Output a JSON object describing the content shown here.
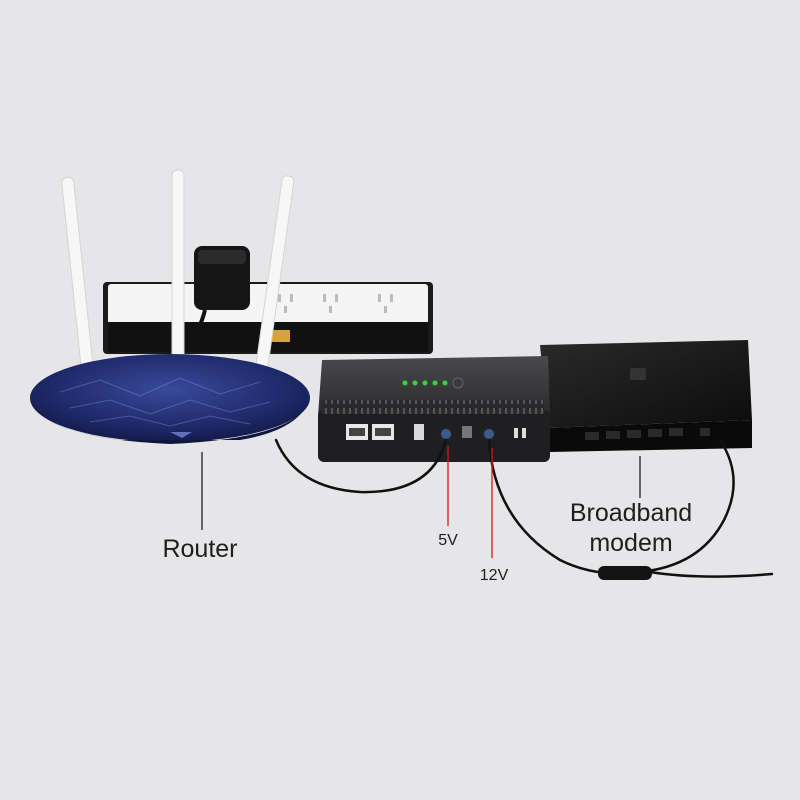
{
  "labels": {
    "router": "Router",
    "modem_line1": "Broadband",
    "modem_line2": "modem",
    "volt_5": "5V",
    "volt_12": "12V"
  },
  "colors": {
    "background": "#e6e6e8",
    "router_body": "#1f2a6b",
    "ups_body": "#2a2a2c",
    "modem_body": "#161616",
    "pointer_red": "#d01a1a",
    "led_green": "#38d23c"
  },
  "icons": [
    "router",
    "mini-ups",
    "broadband-modem",
    "power-strip",
    "power-adapter",
    "dc-cable"
  ]
}
